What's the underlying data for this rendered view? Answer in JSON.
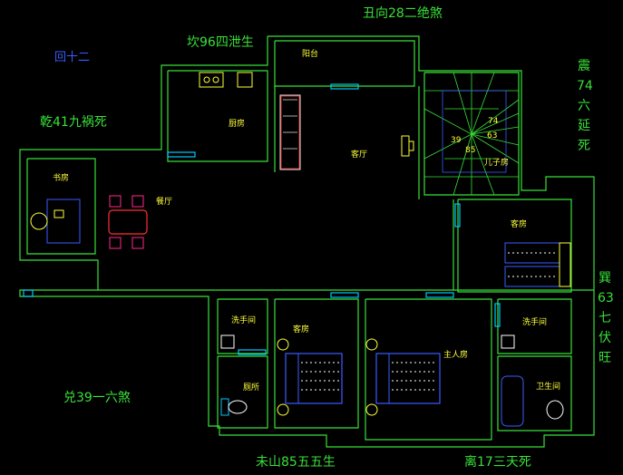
{
  "title": "回十二",
  "directions": {
    "north": "丑向28二绝煞",
    "north_west_top": "坎96四泄生",
    "qian": "乾41九祸死",
    "zhen": "震74六延死",
    "xun": "巽63七伏旺",
    "dui": "兑39一六煞",
    "south": "未山85五五生",
    "li": "离17三天死"
  },
  "rooms": {
    "balcony": "阳台",
    "kitchen": "厨房",
    "study": "书房",
    "dining": "餐厅",
    "living": "客厅",
    "child_room": "儿子房",
    "guest_room_right": "客房",
    "washroom_left": "洗手间",
    "toilet": "厕所",
    "guest_room_bottom": "客房",
    "master_bedroom": "主人房",
    "washroom_right": "洗手间",
    "bathroom": "卫生间"
  },
  "stair_numbers": [
    "39",
    "85",
    "74",
    "63"
  ],
  "colors": {
    "background": "#000000",
    "wall": "#38e038",
    "label": "#ffff3a",
    "furniture": "#3a5cff",
    "door": "#00c8ff",
    "sofa": "#e0e0e0",
    "chairs": "#ff2a8a",
    "table": "#ff3030"
  }
}
